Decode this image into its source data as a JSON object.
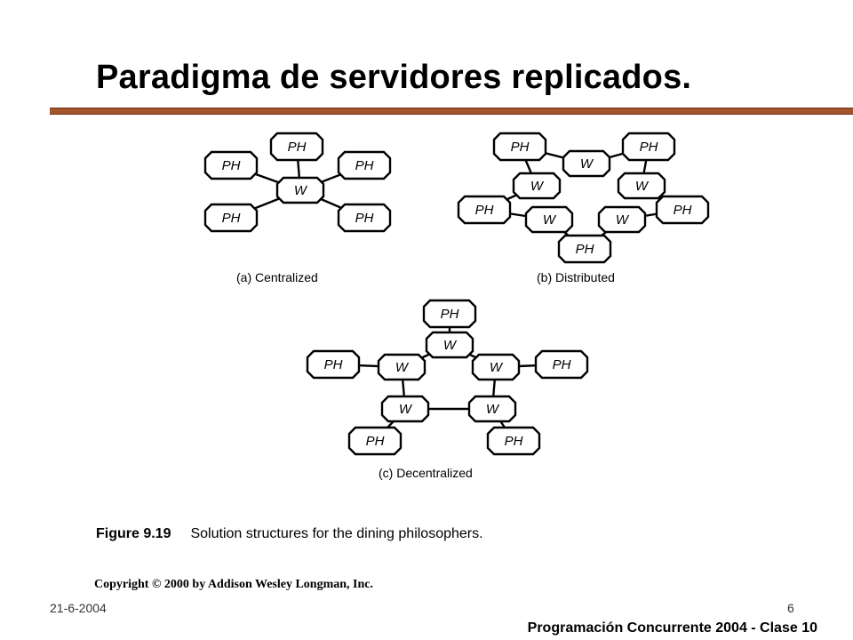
{
  "slide": {
    "title": "Paradigma de servidores replicados.",
    "accent_color": "#a5552e"
  },
  "figure": {
    "diagrams": [
      {
        "id": "centralized",
        "caption": "(a) Centralized",
        "nodes": [
          {
            "id": "w",
            "label": "W",
            "kind": "waiter"
          },
          {
            "id": "ph1",
            "label": "PH",
            "kind": "philosopher"
          },
          {
            "id": "ph2",
            "label": "PH",
            "kind": "philosopher"
          },
          {
            "id": "ph3",
            "label": "PH",
            "kind": "philosopher"
          },
          {
            "id": "ph4",
            "label": "PH",
            "kind": "philosopher"
          },
          {
            "id": "ph5",
            "label": "PH",
            "kind": "philosopher"
          }
        ],
        "edges": [
          [
            "w",
            "ph1"
          ],
          [
            "w",
            "ph2"
          ],
          [
            "w",
            "ph3"
          ],
          [
            "w",
            "ph4"
          ],
          [
            "w",
            "ph5"
          ]
        ]
      },
      {
        "id": "distributed",
        "caption": "(b) Distributed",
        "nodes": [
          {
            "id": "ph1",
            "label": "PH",
            "kind": "philosopher"
          },
          {
            "id": "ph2",
            "label": "PH",
            "kind": "philosopher"
          },
          {
            "id": "ph3",
            "label": "PH",
            "kind": "philosopher"
          },
          {
            "id": "ph4",
            "label": "PH",
            "kind": "philosopher"
          },
          {
            "id": "ph5",
            "label": "PH",
            "kind": "philosopher"
          },
          {
            "id": "w1",
            "label": "W",
            "kind": "waiter"
          },
          {
            "id": "w2",
            "label": "W",
            "kind": "waiter"
          },
          {
            "id": "w3",
            "label": "W",
            "kind": "waiter"
          },
          {
            "id": "w4",
            "label": "W",
            "kind": "waiter"
          },
          {
            "id": "w5",
            "label": "W",
            "kind": "waiter"
          }
        ],
        "edges": [
          [
            "ph1",
            "w1"
          ],
          [
            "w1",
            "ph2"
          ],
          [
            "ph2",
            "w2"
          ],
          [
            "w2",
            "ph3"
          ],
          [
            "ph3",
            "w3"
          ],
          [
            "w3",
            "ph4"
          ],
          [
            "ph4",
            "w4"
          ],
          [
            "w4",
            "ph5"
          ],
          [
            "ph5",
            "w5"
          ],
          [
            "w5",
            "ph1"
          ]
        ]
      },
      {
        "id": "decentralized",
        "caption": "(c) Decentralized",
        "nodes": [
          {
            "id": "ph1",
            "label": "PH",
            "kind": "philosopher"
          },
          {
            "id": "ph2",
            "label": "PH",
            "kind": "philosopher"
          },
          {
            "id": "ph3",
            "label": "PH",
            "kind": "philosopher"
          },
          {
            "id": "ph4",
            "label": "PH",
            "kind": "philosopher"
          },
          {
            "id": "ph5",
            "label": "PH",
            "kind": "philosopher"
          },
          {
            "id": "w1",
            "label": "W",
            "kind": "waiter"
          },
          {
            "id": "w2",
            "label": "W",
            "kind": "waiter"
          },
          {
            "id": "w3",
            "label": "W",
            "kind": "waiter"
          },
          {
            "id": "w4",
            "label": "W",
            "kind": "waiter"
          },
          {
            "id": "w5",
            "label": "W",
            "kind": "waiter"
          }
        ],
        "edges": [
          [
            "ph1",
            "w1"
          ],
          [
            "ph2",
            "w2"
          ],
          [
            "ph3",
            "w3"
          ],
          [
            "ph4",
            "w4"
          ],
          [
            "ph5",
            "w5"
          ],
          [
            "w1",
            "w2"
          ],
          [
            "w1",
            "w3"
          ],
          [
            "w2",
            "w4"
          ],
          [
            "w3",
            "w5"
          ],
          [
            "w4",
            "w5"
          ]
        ]
      }
    ],
    "figure_number": "Figure 9.19",
    "figure_text": "Solution structures for the dining philosophers.",
    "copyright": "Copyright © 2000 by Addison Wesley Longman, Inc."
  },
  "footer": {
    "date": "21-6-2004",
    "page_number": "6",
    "course": "Programación Concurrente 2004 - Clase 10"
  }
}
